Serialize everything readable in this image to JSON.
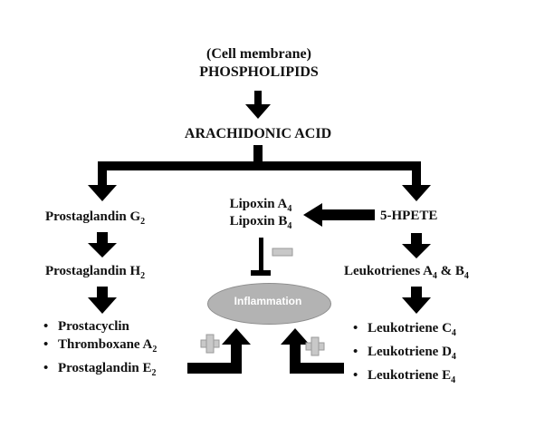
{
  "membrane": {
    "line1": "(Cell membrane)",
    "line2": "PHOSPHOLIPIDS"
  },
  "arachidonic": "ARACHIDONIC ACID",
  "left": {
    "pg_g": {
      "text": "Prostaglandin G",
      "sub": "2"
    },
    "pg_h": {
      "text": "Prostaglandin H",
      "sub": "2"
    },
    "items": [
      {
        "bullet": "•",
        "text": "Prostacyclin",
        "sub": ""
      },
      {
        "bullet": "•",
        "text": "Thromboxane A",
        "sub": "2"
      },
      {
        "bullet": "•",
        "text": "Prostaglandin E",
        "sub": "2"
      }
    ]
  },
  "center": {
    "lipoxin_a": {
      "text": "Lipoxin A",
      "sub": "4"
    },
    "lipoxin_b": {
      "text": "Lipoxin B",
      "sub": "4"
    },
    "inflammation": "Inflammation"
  },
  "right": {
    "hpete": "5-HPETE",
    "leuko_ab": {
      "text": "Leukotrienes A",
      "sub": "4",
      "mid": " & B",
      "sub2": "4"
    },
    "items": [
      {
        "bullet": "•",
        "text": "Leukotriene C",
        "sub": "4"
      },
      {
        "bullet": "•",
        "text": "Leukotriene D",
        "sub": "4"
      },
      {
        "bullet": "•",
        "text": "Leukotriene E",
        "sub": "4"
      }
    ]
  },
  "colors": {
    "arrow": "#000000",
    "ellipse": "#b3b3b3",
    "sign": "#c8c8c8"
  },
  "signs": {
    "plus": "plus-sign",
    "minus": "minus-sign"
  }
}
